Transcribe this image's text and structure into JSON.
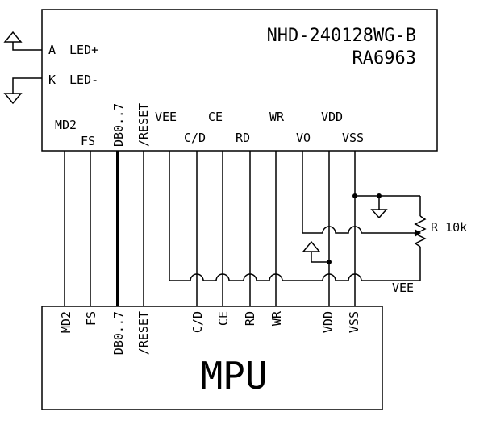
{
  "lcd": {
    "model": "NHD-240128WG-B",
    "controller": "RA6963",
    "backlight": {
      "anode": "A",
      "anode_label": "LED+",
      "cathode": "K",
      "cathode_label": "LED-"
    },
    "pins": {
      "md2": "MD2",
      "fs": "FS",
      "db": "DB0..7",
      "reset": "/RESET",
      "vee": "VEE",
      "cd": "C/D",
      "ce": "CE",
      "rd": "RD",
      "wr": "WR",
      "vo": "VO",
      "vdd": "VDD",
      "vss": "VSS"
    }
  },
  "mpu": {
    "label": "MPU",
    "pins": {
      "md2": "MD2",
      "fs": "FS",
      "db": "DB0..7",
      "reset": "/RESET",
      "cd": "C/D",
      "ce": "CE",
      "rd": "RD",
      "wr": "WR",
      "vdd": "VDD",
      "vss": "VSS"
    }
  },
  "potentiometer": {
    "label": "R 10k"
  },
  "vee_net_label": "VEE"
}
